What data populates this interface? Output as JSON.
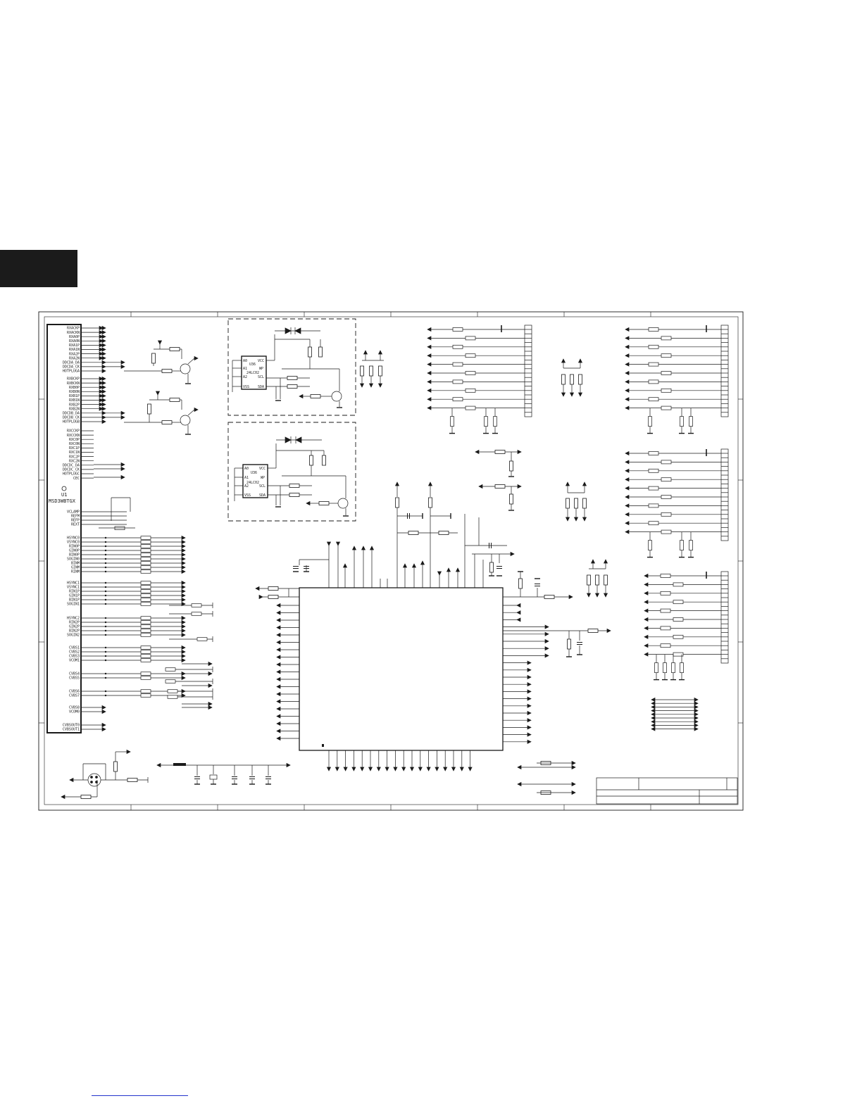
{
  "document": {
    "left_tab_color": "#1b1b1b",
    "ink_color": "#1a1a1a",
    "link_rule_color": "#2233cc"
  },
  "connector": {
    "designator": "U1",
    "part": "MSD3WBTGX",
    "pins_group1": [
      "RXACKP",
      "RXACKN",
      "RXA0P",
      "RXA0N",
      "RXA1P",
      "RXA1N",
      "RXA2P",
      "RXA2N",
      "DDCDA_DA",
      "DDCDA_CK",
      "HOTPLUGA"
    ],
    "pins_group2": [
      "RXBCKP",
      "RXBCKN",
      "RXB0P",
      "RXB0N",
      "RXB1P",
      "RXB1N",
      "RXB2P",
      "RXB2N",
      "DDCDB_DA",
      "DDCDB_CK",
      "HOTPLUGB"
    ],
    "pins_group3": [
      "RXCCKP",
      "RXCCKN",
      "RXC0P",
      "RXC0N",
      "RXC1P",
      "RXC1N",
      "RXC2P",
      "RXC2N",
      "DDCDC_DA",
      "DDCDC_CK",
      "HOTPLUGC",
      "CEC"
    ],
    "pins_group4": [
      "VCLAMP",
      "REFM",
      "REFP",
      "REXT"
    ],
    "pins_group5": [
      "HSYNC0",
      "VSYNC0",
      "RIN0P",
      "GIN0P",
      "BIN0P",
      "SOGIN0",
      "BINM",
      "GINM",
      "RINM"
    ],
    "pins_group6": [
      "HSYNC1",
      "VSYNC1",
      "RIN1P",
      "GIN1P",
      "BIN1P",
      "SOGIN1"
    ],
    "pins_group7": [
      "HSYNC2",
      "RIN2P",
      "GIN2P",
      "BIN2P",
      "SOGIN2"
    ],
    "pins_group8": [
      "CVBS1",
      "CVBS2",
      "CVBS3",
      "VCOM1"
    ],
    "pins_group9": [
      "CVBS4",
      "CVBS5"
    ],
    "pins_group10": [
      "CVBS6",
      "CVBS7"
    ],
    "pins_group11": [
      "CVBS8",
      "VCOM0"
    ],
    "pins_group12": [
      "CVBSOUT0",
      "CVBSOUT1"
    ]
  },
  "eeprom_upper": {
    "designator": "U36",
    "part": "24LC02",
    "pins_left": [
      "A0",
      "A1",
      "A2",
      "VSS"
    ],
    "pins_right": [
      "VCC",
      "WP",
      "SCL",
      "SDA"
    ]
  },
  "eeprom_lower": {
    "designator": "U36",
    "part": "24LC02",
    "pins_left": [
      "A0",
      "A1",
      "A2",
      "VSS"
    ],
    "pins_right": [
      "VCC",
      "WP",
      "SCL",
      "SDA"
    ]
  }
}
